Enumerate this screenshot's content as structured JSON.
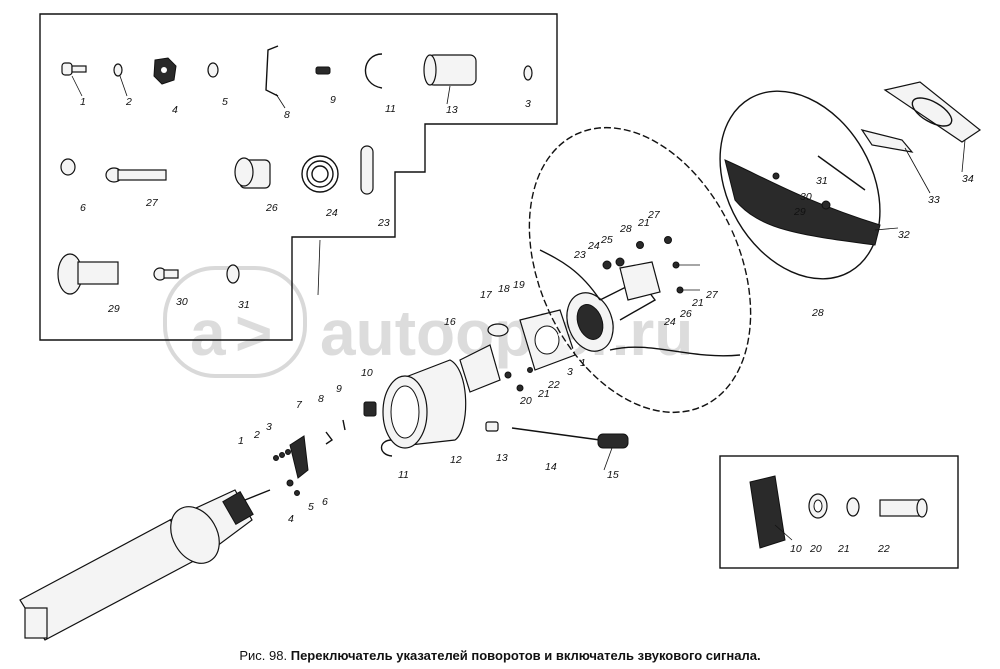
{
  "caption": {
    "number": "Рис. 98.",
    "text": "Переключатель указателей поворотов и включатель звукового сигнала."
  },
  "watermark": "autoopter.ru",
  "inset_top": {
    "labels": [
      "1",
      "2",
      "4",
      "5",
      "8",
      "9",
      "11",
      "13",
      "3",
      "6",
      "27",
      "26",
      "24",
      "23",
      "29",
      "30",
      "31"
    ]
  },
  "inset_bottom": {
    "labels": [
      "10",
      "20",
      "21",
      "22"
    ]
  },
  "main_labels": [
    "1",
    "2",
    "3",
    "7",
    "8",
    "9",
    "10",
    "11",
    "12",
    "13",
    "14",
    "15",
    "4",
    "5",
    "6",
    "16",
    "17",
    "18",
    "19",
    "20",
    "21",
    "22",
    "3",
    "1",
    "23",
    "24",
    "25",
    "28",
    "21",
    "27",
    "26",
    "21",
    "27",
    "24",
    "28",
    "29",
    "30",
    "31",
    "32",
    "33",
    "34"
  ]
}
